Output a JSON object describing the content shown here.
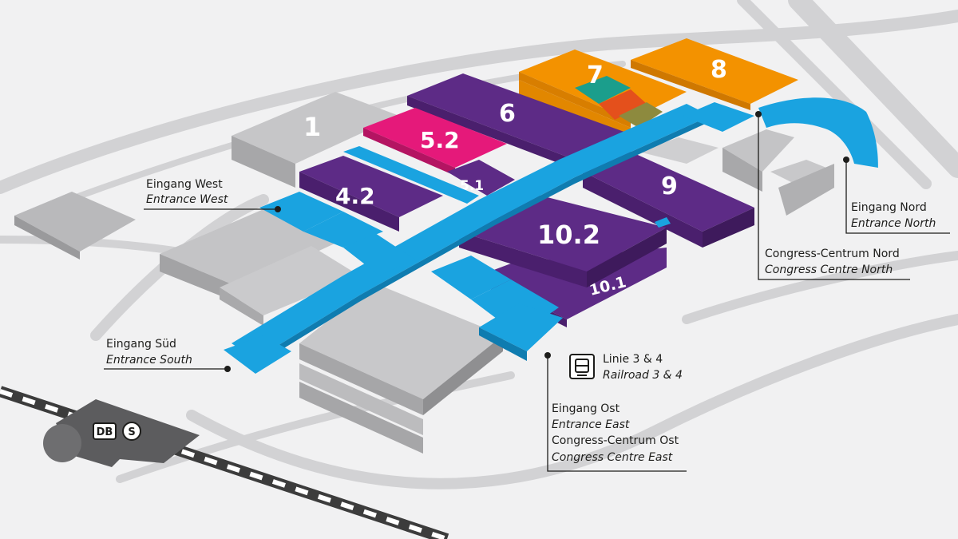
{
  "halls": {
    "h1": "1",
    "h4_2": "4.2",
    "h5_1": "5.1",
    "h5_2": "5.2",
    "h6": "6",
    "h7": "7",
    "h8": "8",
    "h9": "9",
    "h10_1": "10.1",
    "h10_2": "10.2"
  },
  "entrances": {
    "west": {
      "de": "Eingang West",
      "en": "Entrance West"
    },
    "south": {
      "de": "Eingang Süd",
      "en": "Entrance South"
    },
    "north": {
      "de": "Eingang Nord",
      "en": "Entrance North"
    },
    "congress_north": {
      "de": "Congress-Centrum Nord",
      "en": "Congress Centre North"
    },
    "east": {
      "de": "Eingang Ost",
      "en": "Entrance East",
      "de2": "Congress-Centrum Ost",
      "en2": "Congress Centre East"
    }
  },
  "transit": {
    "tram": {
      "de": "Linie 3 & 4",
      "en": "Railroad 3 & 4"
    },
    "db": "DB",
    "sbahn": "S"
  },
  "colors": {
    "purple": "#5b2a86",
    "magenta": "#e5197a",
    "orange": "#f08a00",
    "blue": "#1aa3e0",
    "grey": "#bfbfc1"
  }
}
